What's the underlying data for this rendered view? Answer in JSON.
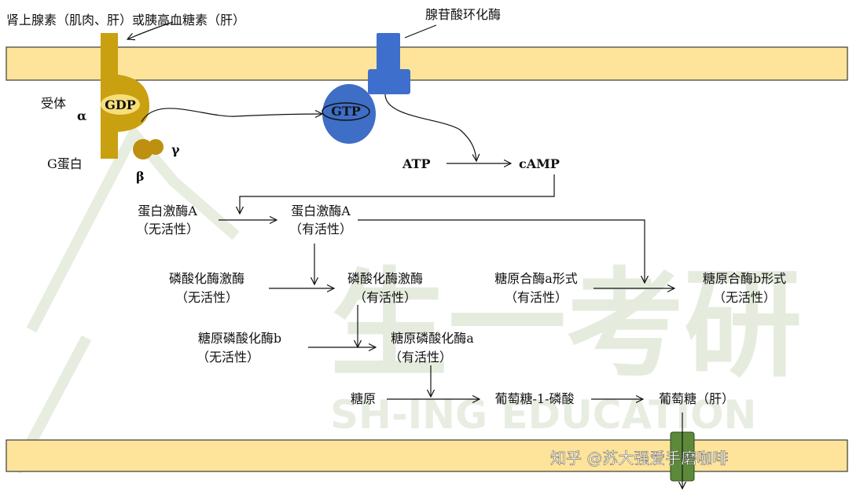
{
  "labels": {
    "hormone": "肾上腺素（肌肉、肝）或胰高血糖素（肝）",
    "adenylate_cyclase": "腺苷酸环化酶",
    "receptor": "受体",
    "alpha": "α",
    "beta": "β",
    "gamma": "γ",
    "g_protein": "G蛋白",
    "gdp": "GDP",
    "gtp": "GTP",
    "atp": "ATP",
    "camp": "cAMP",
    "pka_inactive": "蛋白激酶A",
    "pka_inactive_state": "（无活性）",
    "pka_active": "蛋白激酶A",
    "pka_active_state": "（有活性）",
    "phk_inactive": "磷酸化酶激酶",
    "phk_inactive_state": "（无活性）",
    "phk_active": "磷酸化酶激酶",
    "phk_active_state": "（有活性）",
    "gs_a": "糖原合酶a形式",
    "gs_a_state": "（有活性）",
    "gs_b": "糖原合酶b形式",
    "gs_b_state": "（无活性）",
    "gp_b": "糖原磷酸化酶b",
    "gp_b_state": "（无活性）",
    "gp_a": "糖原磷酸化酶a",
    "gp_a_state": "（有活性）",
    "glycogen": "糖原",
    "g1p": "葡萄糖-1-磷酸",
    "glucose": "葡萄糖（肝）"
  },
  "watermark": {
    "site": "知乎 @苏大强爱手磨咖啡",
    "logo": "生一考研",
    "logo_en": "SH-ING EDUCATION"
  },
  "colors": {
    "membrane": "#fde49a",
    "membrane_border": "#3a3a3a",
    "receptor": "#c9a00f",
    "gdp_fill": "#f6de7a",
    "gprotein": "#bd9010",
    "cyclase": "#3f6fcc",
    "cyclase_alpha": "#3e6ec6",
    "channel": "#5c8a3a",
    "watermark": "#dfe7d4"
  }
}
